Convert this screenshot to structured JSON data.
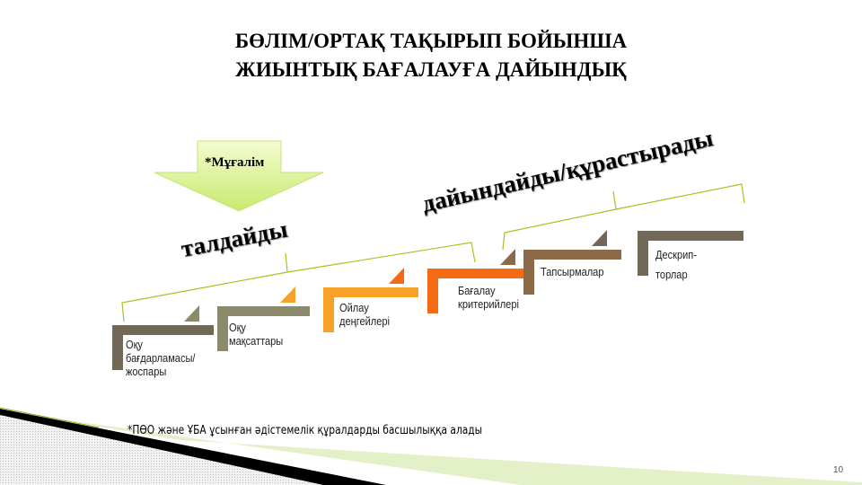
{
  "title_line1": "БӨЛІМ/ОРТАҚ ТАҚЫРЫП БОЙЫНША",
  "title_line2": "ЖИЫНТЫҚ БАҒАЛАУҒА ДАЙЫНДЫҚ",
  "teacher_label": "*Мұғалім",
  "analyze_label": "талдайды",
  "prepare_label": "дайындайды/құрастырады",
  "steps": [
    {
      "label": "Оқу бағдарламасы/ жоспары",
      "color": "#736757"
    },
    {
      "label": "Оқу мақсаттары",
      "color": "#8b8b6b"
    },
    {
      "label": "Ойлау деңгейлері",
      "color": "#f7a12a"
    },
    {
      "label": "Бағалау критерийлері",
      "color": "#f36b12"
    },
    {
      "label": "Тапсырмалар",
      "color": "#8e6b48"
    },
    {
      "label": "Дескрип-торлар",
      "color": "#736757"
    }
  ],
  "footnote": "*ПӨО және ҰБА ұсынған әдістемелік құралдарды басшылыққа алады",
  "page_number": "10",
  "accent_color": "#a3c41e"
}
